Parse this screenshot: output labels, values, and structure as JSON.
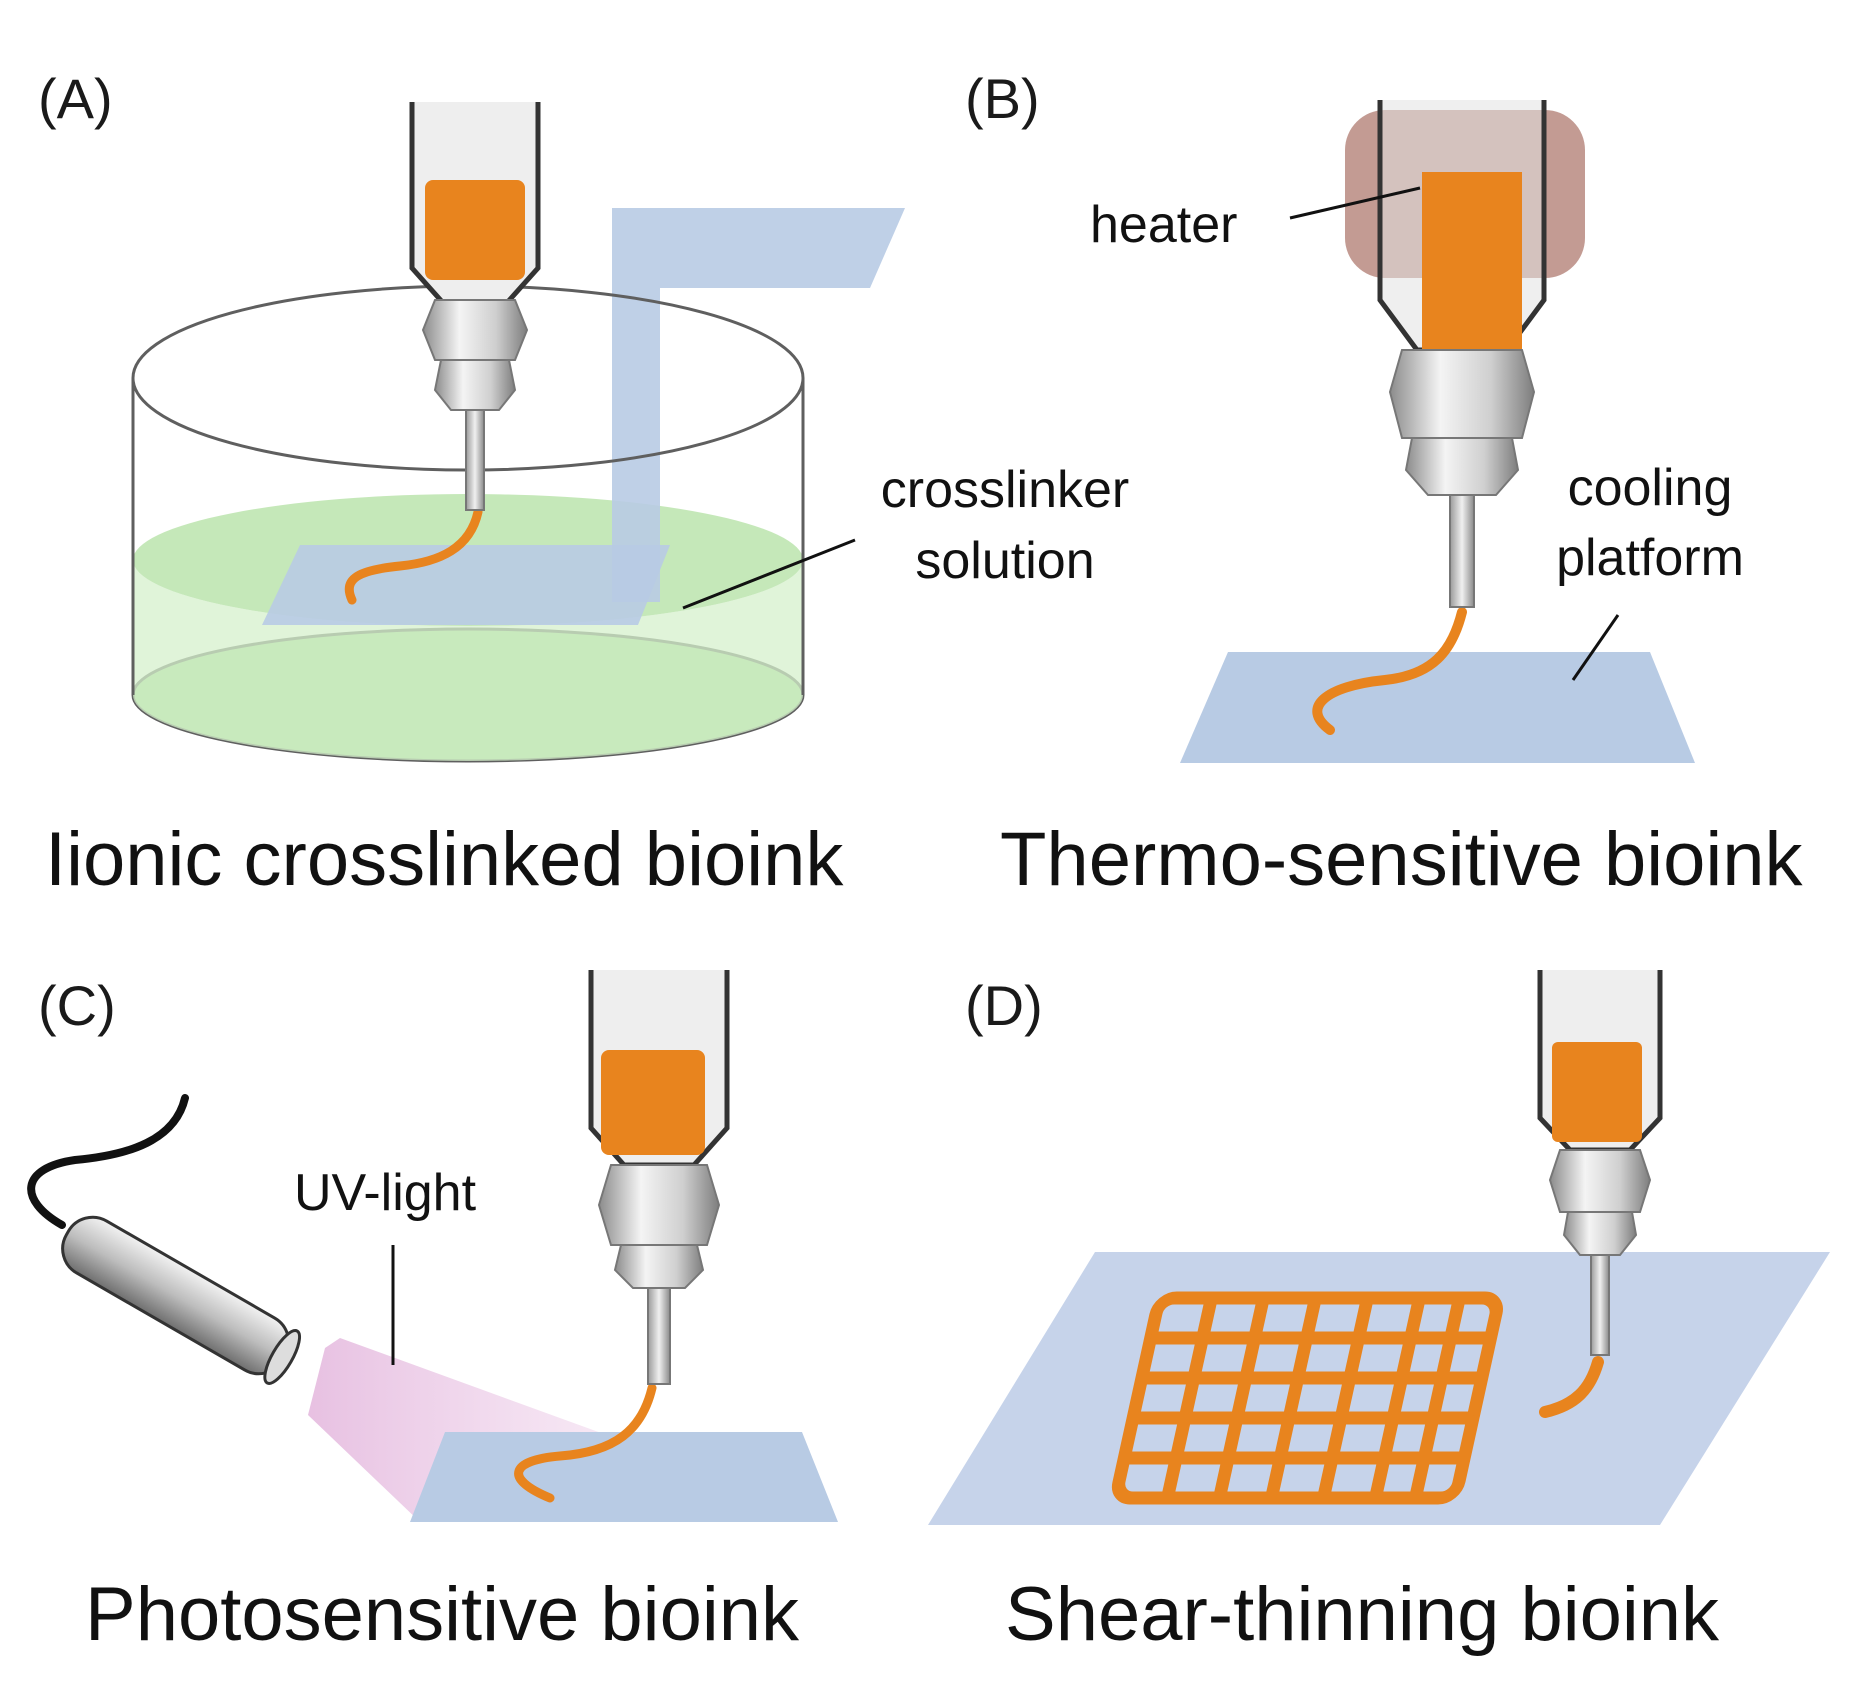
{
  "panels": {
    "a": {
      "letter": "(A)",
      "caption": "Iionic crosslinked bioink",
      "callout": [
        "crosslinker",
        "solution"
      ]
    },
    "b": {
      "letter": "(B)",
      "caption": "Thermo-sensitive bioink",
      "callout_heater": "heater",
      "callout_platform": [
        "cooling",
        "platform"
      ]
    },
    "c": {
      "letter": "(C)",
      "caption": "Photosensitive bioink",
      "callout": "UV-light"
    },
    "d": {
      "letter": "(D)",
      "caption": "Shear-thinning bioink"
    }
  },
  "colors": {
    "bioink": "#e8841e",
    "platform": "#b8cbe4",
    "solution": "#9fd88f",
    "heater": "#b98a80",
    "uv_light": "#e3b9dc",
    "nozzle_metal": "#c9c9c9"
  }
}
